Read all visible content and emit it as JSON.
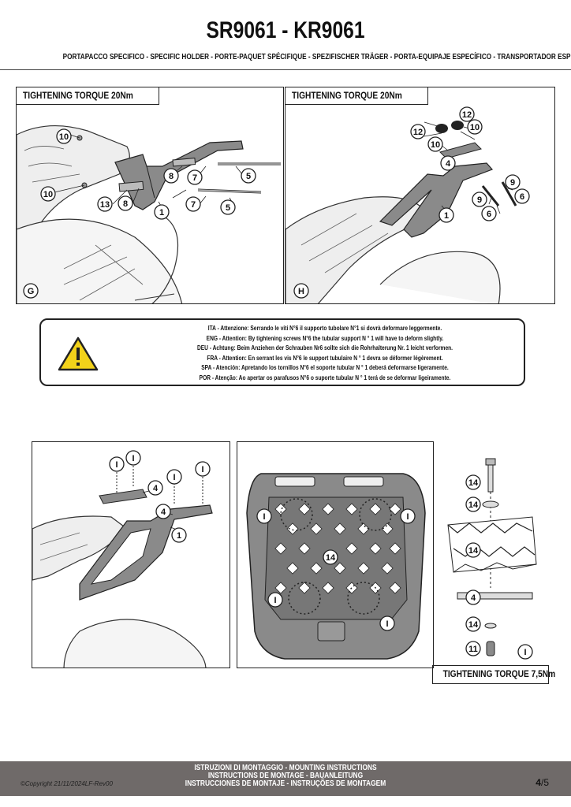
{
  "header": {
    "title": "SR9061 - KR9061",
    "subtitle": "PORTAPACCO SPECIFICO - SPECIFIC HOLDER - PORTE-PAQUET SPÉCIFIQUE - SPEZIFISCHER TRÄGER - PORTA-EQUIPAJE ESPECÍFICO - TRANSPORTADOR ESPECÍFICO"
  },
  "panels": {
    "g": {
      "torque": "TIGHTENING TORQUE 20Nm",
      "step": "G",
      "callouts": [
        "10",
        "10",
        "13",
        "8",
        "8",
        "7",
        "7",
        "5",
        "5",
        "1"
      ]
    },
    "h": {
      "torque": "TIGHTENING TORQUE 20Nm",
      "step": "H",
      "callouts": [
        "12",
        "12",
        "10",
        "10",
        "4",
        "9",
        "9",
        "6",
        "6",
        "1"
      ]
    },
    "i1": {
      "callouts": [
        "I",
        "I",
        "I",
        "I",
        "4",
        "4",
        "1"
      ]
    },
    "i2": {
      "callouts": [
        "I",
        "I",
        "I",
        "I",
        "14"
      ]
    },
    "i3": {
      "callouts": [
        "14",
        "14",
        "14",
        "4",
        "14",
        "11",
        "I"
      ]
    }
  },
  "warning": {
    "lines": [
      "ITA - Attenzione: Serrando le viti N°6 il supporto tubolare N°1 si dovrà deformare leggermente.",
      "ENG - Attention: By tightening screws N°6 the tubular support N ° 1 will have to deform slightly.",
      "DEU - Achtung: Beim Anziehen der Schrauben Nr6 sollte sich die Rohrhalterung Nr. 1 leicht verformen.",
      "FRA - Attention: En serrant les vis N°6 le support tubulaire N ° 1 devra se déformer légèrement.",
      "SPA - Atención: Apretando los tornillos N°6 el soporte tubular N ° 1 deberá deformarse ligeramente.",
      "POR - Atenção: Ao apertar os parafusos N°6 o suporte tubular N ° 1 terá de se deformar ligeiramente."
    ]
  },
  "torque_small": "TIGHTENING TORQUE 7,5Nm",
  "footer": {
    "line1": "ISTRUZIONI DI MONTAGGIO  -  MOUNTING INSTRUCTIONS",
    "line2": "INSTRUCTIONS DE MONTAGE - BAUANLEITUNG",
    "line3": "INSTRUCCIONES DE MONTAJE - INSTRUÇÕES DE MONTAGEM",
    "copyright": "©Copyright 21/11/2024LF-Rev00",
    "page": "4",
    "total": "/5"
  },
  "colors": {
    "footer_bg": "#6f6a69",
    "warning_yellow": "#f2d21a",
    "rack": "#8a8a8a"
  }
}
